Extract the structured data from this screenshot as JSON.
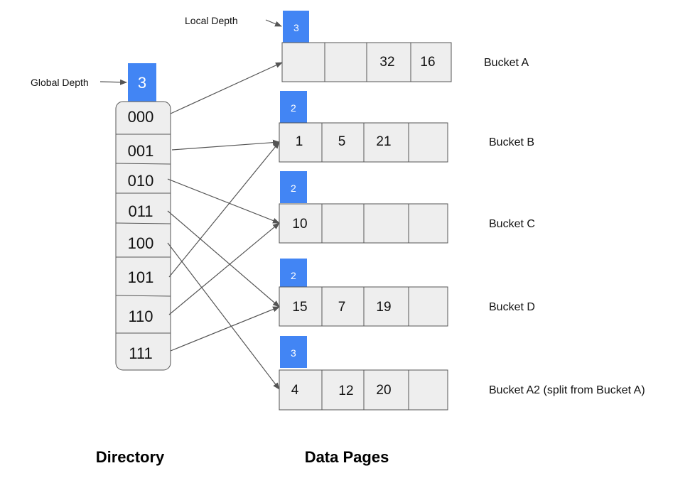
{
  "labels": {
    "global_depth": "Global Depth",
    "local_depth": "Local Depth",
    "directory": "Directory",
    "data_pages": "Data Pages"
  },
  "global_depth_value": "3",
  "directory_entries": [
    "000",
    "001",
    "010",
    "011",
    "100",
    "101",
    "110",
    "111"
  ],
  "buckets": [
    {
      "name": "Bucket A",
      "local_depth": "3",
      "values": [
        "",
        "",
        "32",
        "16"
      ]
    },
    {
      "name": "Bucket B",
      "local_depth": "2",
      "values": [
        "1",
        "5",
        "21",
        ""
      ]
    },
    {
      "name": "Bucket C",
      "local_depth": "2",
      "values": [
        "10",
        "",
        "",
        ""
      ]
    },
    {
      "name": "Bucket D",
      "local_depth": "2",
      "values": [
        "15",
        "7",
        "19",
        ""
      ]
    },
    {
      "name": "Bucket A2 (split from Bucket A)",
      "local_depth": "3",
      "values": [
        "4",
        "12",
        "20",
        ""
      ]
    }
  ],
  "pointers": [
    {
      "from": "000",
      "to": "Bucket A"
    },
    {
      "from": "001",
      "to": "Bucket B"
    },
    {
      "from": "010",
      "to": "Bucket C"
    },
    {
      "from": "011",
      "to": "Bucket D"
    },
    {
      "from": "100",
      "to": "Bucket A2 (split from Bucket A)"
    },
    {
      "from": "101",
      "to": "Bucket B"
    },
    {
      "from": "110",
      "to": "Bucket C"
    },
    {
      "from": "111",
      "to": "Bucket D"
    }
  ],
  "colors": {
    "depth_box": "#4285f4",
    "cell_fill": "#eeeeee",
    "stroke": "#555555"
  }
}
